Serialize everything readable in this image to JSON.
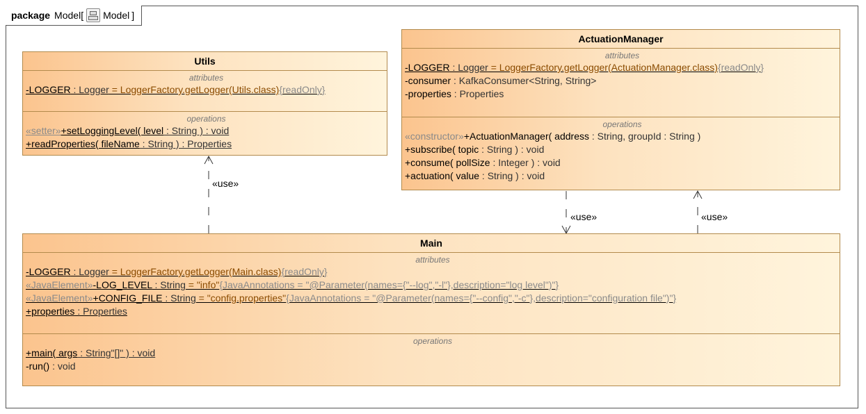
{
  "frame": {
    "keyword": "package",
    "name": "Model",
    "bracket_open": "[",
    "bracket_close": "]",
    "inner_name": "Model",
    "icon": "diagram-icon"
  },
  "classes": {
    "utils": {
      "name": "Utils",
      "attributes_title": "attributes",
      "operations_title": "operations",
      "attributes": [
        {
          "name": "-LOGGER",
          "type": " : Logger",
          "default": " = LoggerFactory.getLogger(Utils.class)",
          "tag": "{readOnly}"
        }
      ],
      "operations": [
        {
          "stereotype": "«setter»",
          "sig": "+setLoggingLevel( level",
          "rest": " : String ) : void"
        },
        {
          "stereotype": "",
          "sig": "+readProperties( fileName",
          "rest": " : String ) : Properties"
        }
      ]
    },
    "actuation_manager": {
      "name": "ActuationManager",
      "attributes_title": "attributes",
      "operations_title": "operations",
      "attributes": [
        {
          "name": "-LOGGER",
          "type": " : Logger",
          "default": " = LoggerFactory.getLogger(ActuationManager.class)",
          "tag": "{readOnly}"
        },
        {
          "name": "-consumer",
          "type": " : KafkaConsumer<String, String>",
          "default": "",
          "tag": ""
        },
        {
          "name": "-properties",
          "type": " : Properties",
          "default": "",
          "tag": ""
        }
      ],
      "operations": [
        {
          "stereotype": "«constructor»",
          "sig": "+ActuationManager( address",
          "rest": " : String, groupId : String )"
        },
        {
          "stereotype": "",
          "sig": "+subscribe( topic",
          "rest": " : String ) : void"
        },
        {
          "stereotype": "",
          "sig": "+consume( pollSize",
          "rest": " : Integer ) : void"
        },
        {
          "stereotype": "",
          "sig": "+actuation( value",
          "rest": " : String ) : void"
        }
      ]
    },
    "main": {
      "name": "Main",
      "attributes_title": "attributes",
      "operations_title": "operations",
      "attributes": [
        {
          "stereotype": "",
          "name": "-LOGGER",
          "type": " : Logger",
          "default": " = LoggerFactory.getLogger(Main.class)",
          "tag": "{readOnly}"
        },
        {
          "stereotype": "«JavaElement»",
          "name": "-LOG_LEVEL",
          "type": " : String",
          "default": " = \"info\"",
          "tag": "{JavaAnnotations = \"@Parameter(names={\"--log\",\"-l\"},description=\"log level\")\"}"
        },
        {
          "stereotype": "«JavaElement»",
          "name": "+CONFIG_FILE",
          "type": " : String",
          "default": " = \"config.properties\"",
          "tag": "{JavaAnnotations = \"@Parameter(names={\"--config\",\"-c\"},description=\"configuration file\")\"}"
        },
        {
          "stereotype": "",
          "name": "+properties",
          "type": " : Properties",
          "default": "",
          "tag": ""
        }
      ],
      "operations": [
        {
          "sig": "+main( args",
          "rest": " : String\"[]\" ) : void"
        },
        {
          "sig": "-run()",
          "rest": " : void"
        }
      ]
    }
  },
  "relations": [
    {
      "label": "«use»",
      "from": "Main",
      "to": "Utils"
    },
    {
      "label": "«use»",
      "from": "ActuationManager",
      "to": "Main"
    },
    {
      "label": "«use»",
      "from": "Main",
      "to": "ActuationManager"
    }
  ],
  "colors": {
    "border": "#b28a4c",
    "fill_left": "#fbc48e",
    "fill_right": "#fff4dc",
    "stereotype": "#8a8a8a",
    "default_value": "#8a4b00"
  }
}
